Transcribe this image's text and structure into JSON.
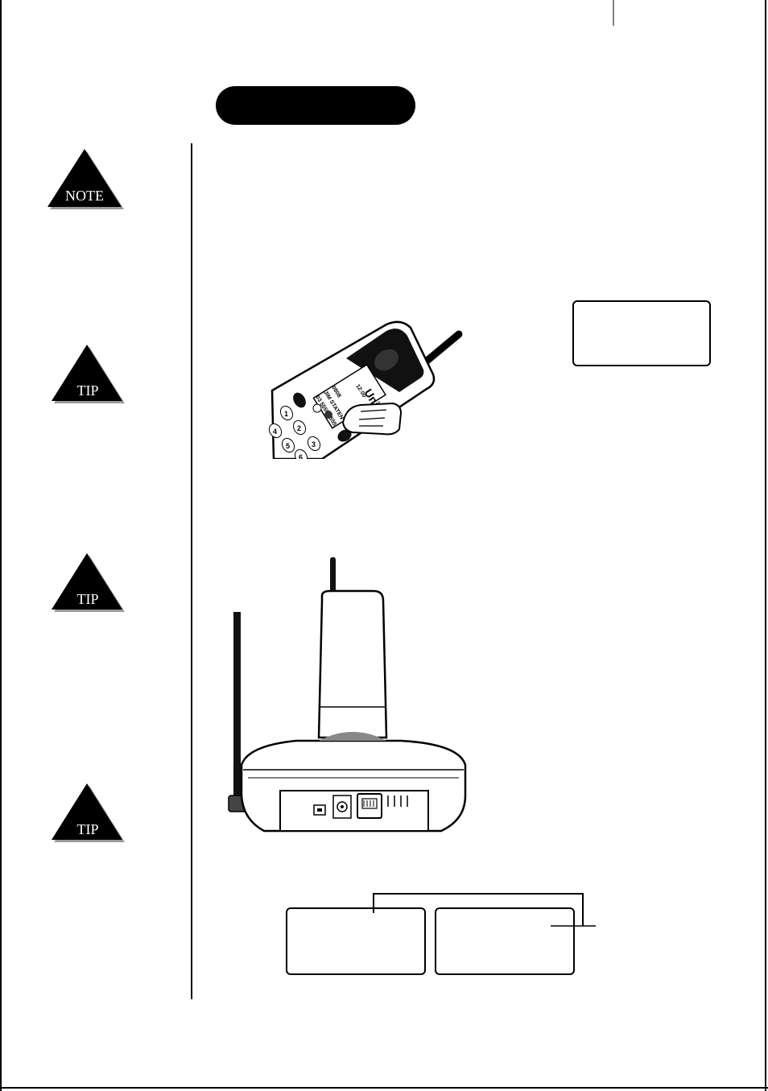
{
  "page": {
    "section_banner": "",
    "colors": {
      "ink": "#000000",
      "badge_fill": "#000000",
      "badge_shadow": "#9a9a9a",
      "paper": "#ffffff"
    }
  },
  "sidebar": {
    "callouts": [
      {
        "label": "NOTE",
        "icon": "triangle-note-icon"
      },
      {
        "label": "TIP",
        "icon": "triangle-tip-icon"
      },
      {
        "label": "TIP",
        "icon": "triangle-tip-icon"
      },
      {
        "label": "TIP",
        "icon": "triangle-tip-icon"
      }
    ]
  },
  "figures": {
    "handset": {
      "brand": "Uniden",
      "screen_lines": [
        "0808",
        "JIM STATEN",
        "03 5555 5555"
      ],
      "screen_time": "12:00",
      "keys": [
        "1",
        "2",
        "3",
        "4",
        "5",
        "6"
      ]
    },
    "lcd_single": {
      "text": ""
    },
    "lcd_pair": [
      {
        "text": ""
      },
      {
        "text": ""
      }
    ]
  }
}
